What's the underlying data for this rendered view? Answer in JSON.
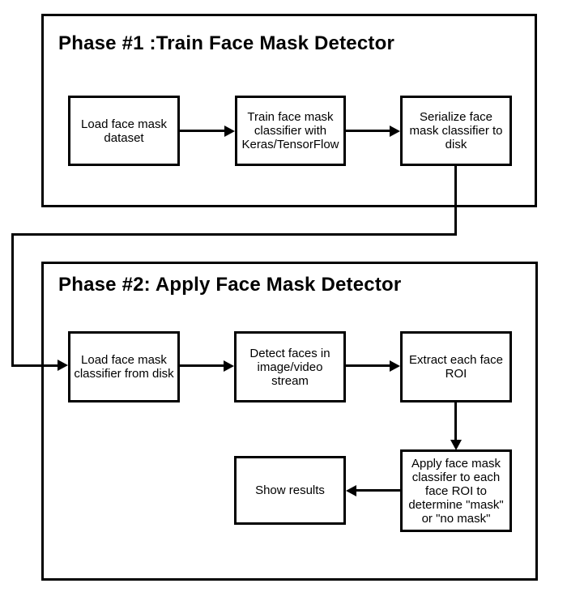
{
  "colors": {
    "stroke": "#000000",
    "background": "#ffffff"
  },
  "phase1": {
    "title": "Phase #1 :Train Face Mask Detector",
    "boxes": [
      {
        "id": "load-dataset",
        "label": "Load face mask\ndataset"
      },
      {
        "id": "train-classifier",
        "label": "Train face mask\nclassifier with\nKeras/TensorFlow"
      },
      {
        "id": "serialize-classifier",
        "label": "Serialize face\nmask classifier to\ndisk"
      }
    ]
  },
  "phase2": {
    "title": "Phase #2: Apply Face Mask Detector",
    "boxes": [
      {
        "id": "load-classifier",
        "label": "Load face mask\nclassifier from disk"
      },
      {
        "id": "detect-faces",
        "label": "Detect faces in\nimage/video\nstream"
      },
      {
        "id": "extract-roi",
        "label": "Extract each face\nROI"
      },
      {
        "id": "show-results",
        "label": "Show results"
      },
      {
        "id": "apply-classifier",
        "label": "Apply face mask\nclassifer to each\nface ROI to\ndetermine \"mask\"\nor \"no mask\""
      }
    ]
  },
  "edges": [
    {
      "from": "load-dataset",
      "to": "train-classifier"
    },
    {
      "from": "train-classifier",
      "to": "serialize-classifier"
    },
    {
      "from": "serialize-classifier",
      "to": "load-classifier"
    },
    {
      "from": "load-classifier",
      "to": "detect-faces"
    },
    {
      "from": "detect-faces",
      "to": "extract-roi"
    },
    {
      "from": "extract-roi",
      "to": "apply-classifier"
    },
    {
      "from": "apply-classifier",
      "to": "show-results"
    }
  ]
}
